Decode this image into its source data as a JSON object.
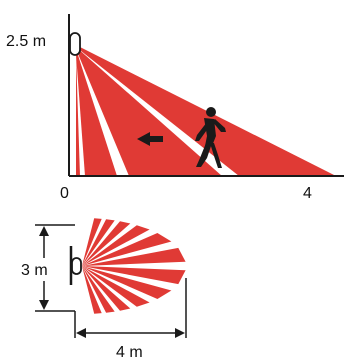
{
  "side_view": {
    "height_label": "2.5 m",
    "x_start_label": "0",
    "x_end_label": "4"
  },
  "top_view": {
    "width_label": "3 m",
    "range_label": "4 m"
  },
  "colors": {
    "beam_red": "#e03a35",
    "line_black": "#1a1a1a",
    "background": "#ffffff"
  },
  "icons": [
    "sensor-icon",
    "person-walking-icon",
    "direction-arrow-icon"
  ]
}
